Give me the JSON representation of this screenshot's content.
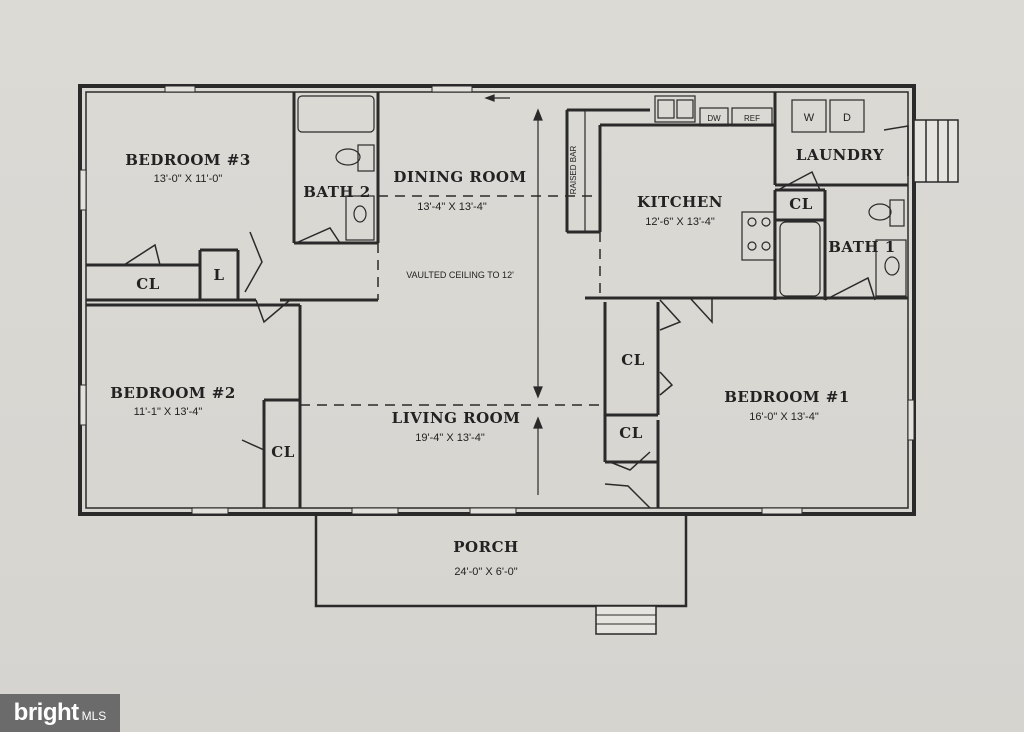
{
  "rooms": {
    "bedroom3": {
      "name": "BEDROOM #3",
      "dim": "13'-0\" X 11'-0\""
    },
    "bedroom2": {
      "name": "BEDROOM #2",
      "dim": "11'-1\" X 13'-4\""
    },
    "bedroom1": {
      "name": "BEDROOM #1",
      "dim": "16'-0\" X 13'-4\""
    },
    "dining": {
      "name": "DINING ROOM",
      "dim": "13'-4\" X 13'-4\""
    },
    "living": {
      "name": "LIVING ROOM",
      "dim": "19'-4\" X 13'-4\""
    },
    "kitchen": {
      "name": "KITCHEN",
      "dim": "12'-6\" X 13'-4\""
    },
    "laundry": {
      "name": "LAUNDRY"
    },
    "bath2": {
      "name": "BATH 2"
    },
    "bath1": {
      "name": "BATH 1"
    },
    "porch": {
      "name": "PORCH",
      "dim": "24'-0\" X 6'-0\""
    }
  },
  "notes": {
    "vaulted": "VAULTED CEILING TO 12'",
    "raised_bar": "RAISED BAR"
  },
  "closets": {
    "cl": "CL",
    "linen": "L"
  },
  "appliances": {
    "dw": "DW",
    "ref": "REF",
    "washer": "W",
    "dryer": "D"
  },
  "watermark": {
    "word": "bright",
    "suffix": "MLS"
  }
}
